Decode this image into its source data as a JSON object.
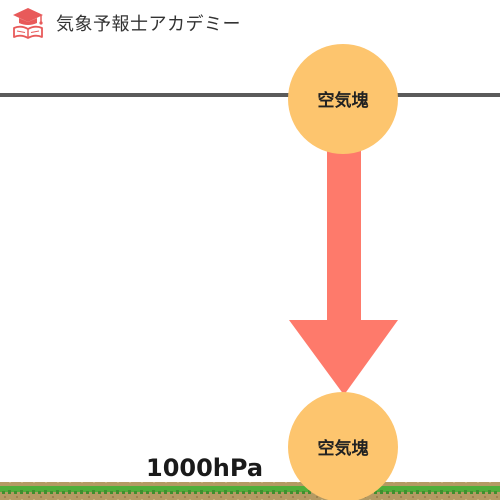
{
  "brand": {
    "name": "気象予報士アカデミー",
    "logo_icon": "graduation-cap-book-icon"
  },
  "diagram": {
    "parcel_top_label": "空気塊",
    "parcel_bottom_label": "空気塊",
    "pressure_label": "1000hPa",
    "arrow_direction": "down",
    "colors": {
      "parcel": "#fdc56e",
      "arrow": "#fe7a6b",
      "level_line": "#5b5b5b",
      "grass": "#4fae3a",
      "soil": "#b49a63",
      "logo": "#e85a5a"
    }
  }
}
